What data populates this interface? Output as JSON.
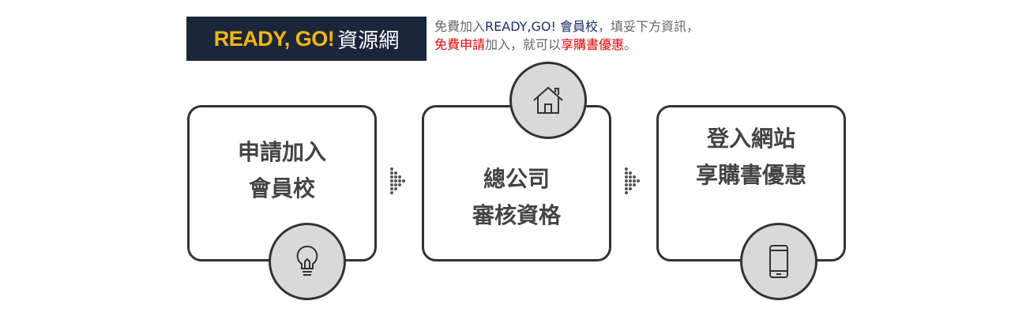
{
  "logo": {
    "en": "READY, GO!",
    "zh": "資源網"
  },
  "intro": {
    "line1": [
      {
        "text": "免費加入",
        "style": "gray"
      },
      {
        "text": "READY,GO! 會員校",
        "style": "blue"
      },
      {
        "text": "，填妥下方資訊，",
        "style": "gray"
      }
    ],
    "line2": [
      {
        "text": "免費申請",
        "style": "red"
      },
      {
        "text": "加入，就可以",
        "style": "gray"
      },
      {
        "text": "享購書優惠",
        "style": "red"
      },
      {
        "text": "。",
        "style": "gray"
      }
    ]
  },
  "steps": [
    {
      "line1": "申請加入",
      "line2": "會員校",
      "icon": "lightbulb-icon"
    },
    {
      "line1": "總公司",
      "line2": "審核資格",
      "icon": "home-icon"
    },
    {
      "line1": "登入網站",
      "line2": "享購書優惠",
      "icon": "smartphone-icon"
    }
  ]
}
